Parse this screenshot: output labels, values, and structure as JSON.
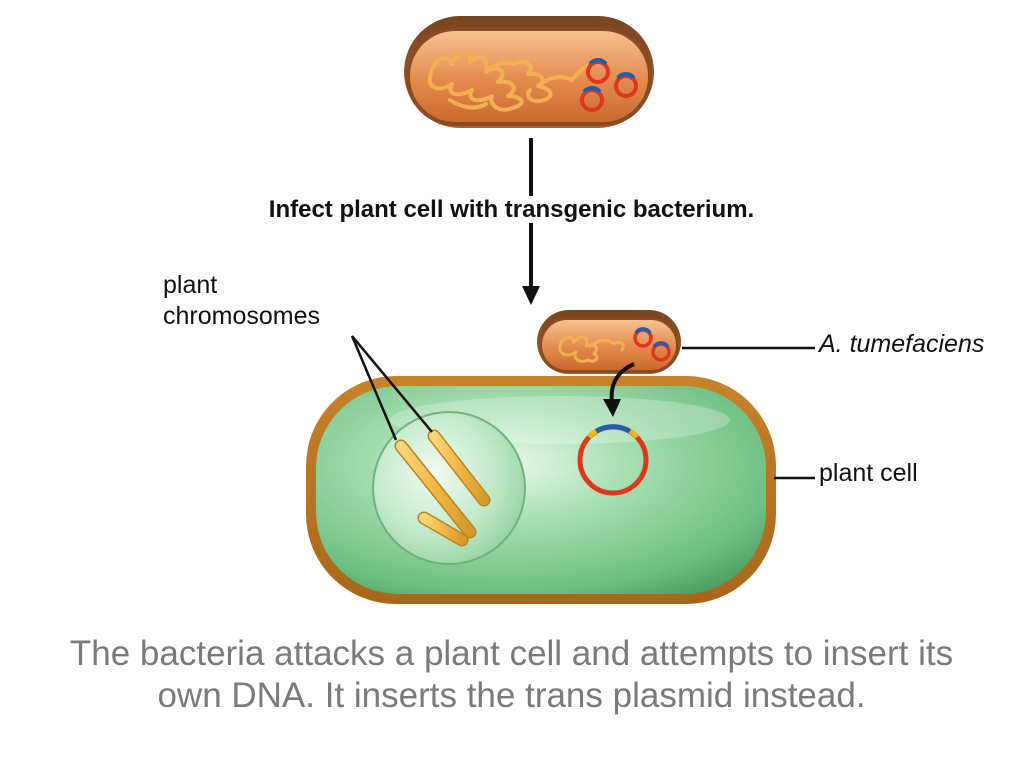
{
  "step_label": "Infect plant cell with transgenic bacterium.",
  "labels": {
    "chromosomes_line1": "plant",
    "chromosomes_line2": "chromosomes",
    "bacterium": "A. tumefaciens",
    "plant_cell": "plant cell"
  },
  "caption": {
    "line1": "The bacteria attacks a plant cell and attempts to insert its",
    "line2": "own DNA. It inserts the trans plasmid instead."
  },
  "colors": {
    "bacterium_fill": "#e0894f",
    "bacterium_rim": "#8a4b22",
    "plasmid_red": "#e0361c",
    "plasmid_blue": "#1f5fae",
    "plasmid_yellow": "#f2b318",
    "cell_wall": "#b8731f",
    "cytoplasm": "#8fd3a0",
    "chromosome": "#f0b845",
    "caption_text": "#7a7a7a"
  }
}
